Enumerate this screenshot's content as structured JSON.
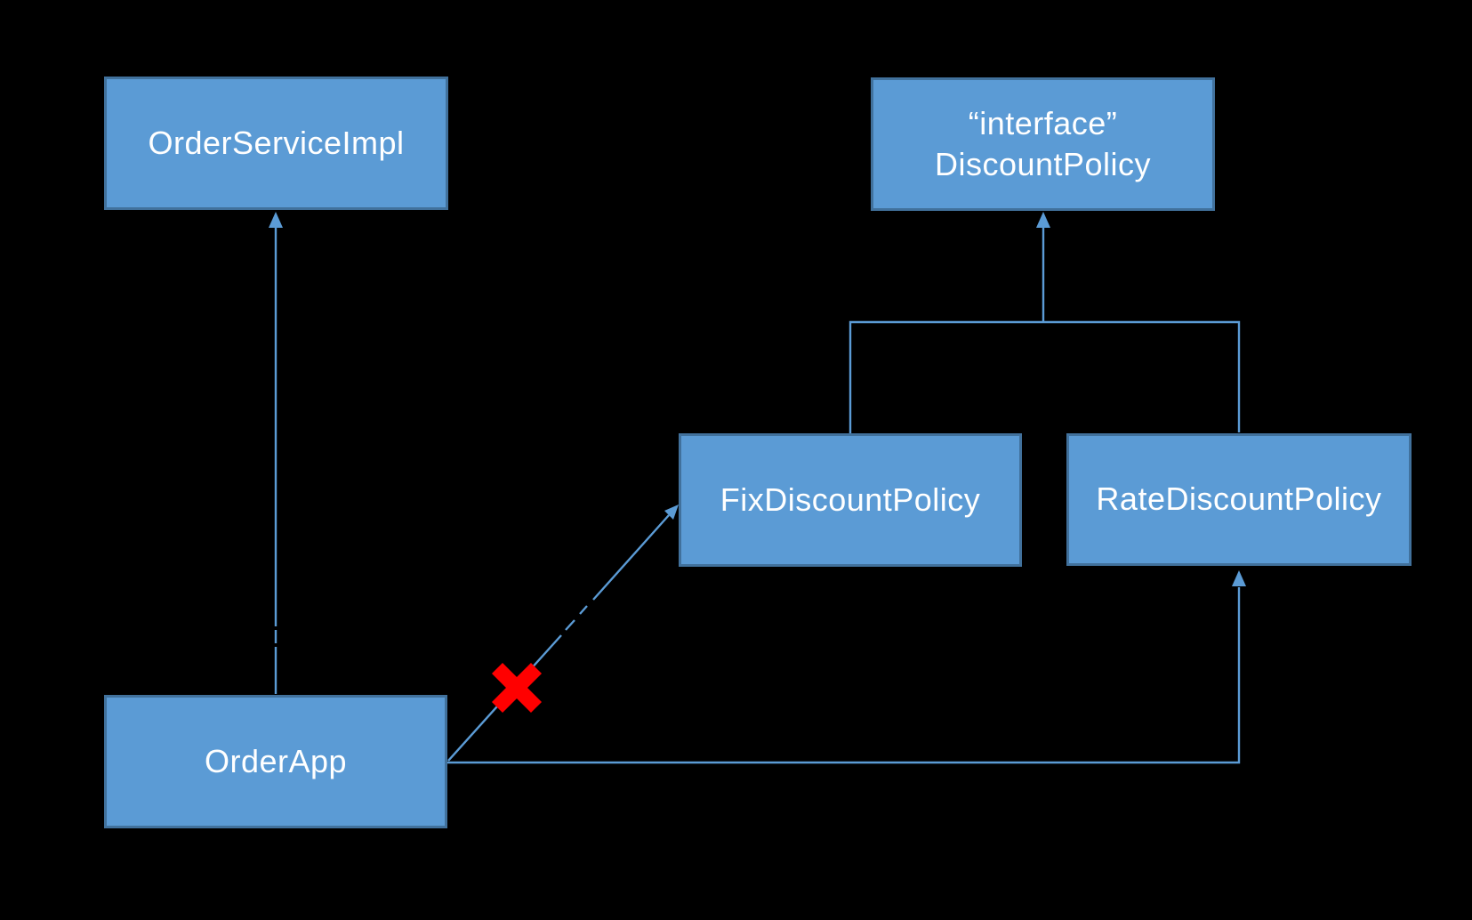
{
  "diagram": {
    "background": "#000000",
    "nodes": {
      "order_service_impl": {
        "label": "OrderServiceImpl"
      },
      "discount_policy": {
        "label_line1": "“interface”",
        "label_line2": "DiscountPolicy"
      },
      "fix_discount_policy": {
        "label": "FixDiscountPolicy"
      },
      "rate_discount_policy": {
        "label": "RateDiscountPolicy"
      },
      "order_app": {
        "label": "OrderApp"
      }
    },
    "edges": [
      {
        "id": "orderapp-to-orderserviceimpl",
        "from": "OrderApp",
        "to": "OrderServiceImpl",
        "line": "solid-with-short-dash-break",
        "arrow": "filled-triangle-up"
      },
      {
        "id": "fix-and-rate-to-discountpolicy",
        "from": "FixDiscountPolicy, RateDiscountPolicy",
        "to": "DiscountPolicy",
        "line": "solid-bracket",
        "arrow": "filled-triangle-up"
      },
      {
        "id": "orderapp-to-fixdiscountpolicy",
        "from": "OrderApp",
        "to": "FixDiscountPolicy",
        "line": "dashed-diagonal",
        "arrow": "filled-triangle",
        "annotation": "red-x-crossed-out"
      },
      {
        "id": "orderapp-to-ratediscountpolicy",
        "from": "OrderApp",
        "to": "RateDiscountPolicy",
        "line": "solid-elbow",
        "arrow": "filled-triangle-up"
      }
    ],
    "colors": {
      "box_fill": "#5B9BD5",
      "box_border": "#41719C",
      "connector": "#5B9BD5",
      "cross_mark": "#FF0000",
      "text": "#FFFFFF",
      "background": "#000000"
    }
  }
}
